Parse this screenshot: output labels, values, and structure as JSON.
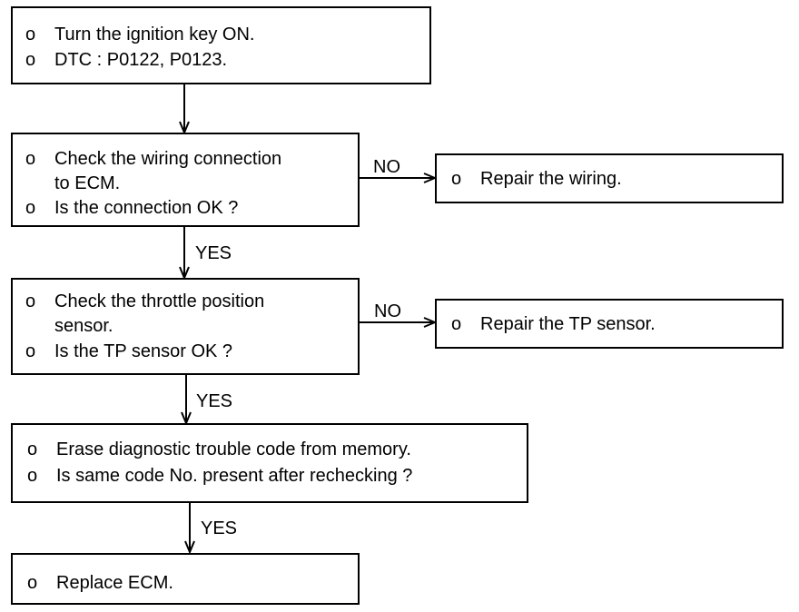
{
  "bullet": "o",
  "steps": {
    "start": {
      "lines": [
        "Turn the ignition key ON.",
        "DTC : P0122, P0123."
      ]
    },
    "wiring_check": {
      "lines": [
        "Check the wiring connection",
        "to ECM.",
        "Is the connection OK ?"
      ]
    },
    "wiring_repair": {
      "lines": [
        "Repair the wiring."
      ]
    },
    "tp_check": {
      "lines": [
        "Check the throttle position",
        "sensor.",
        "Is the TP sensor OK ?"
      ]
    },
    "tp_repair": {
      "lines": [
        "Repair the TP sensor."
      ]
    },
    "erase_check": {
      "lines": [
        "Erase diagnostic trouble code from memory.",
        "Is same code No. present after rechecking ?"
      ]
    },
    "replace": {
      "lines": [
        "Replace ECM."
      ]
    }
  },
  "labels": {
    "no_1": "NO",
    "yes_1": "YES",
    "no_2": "NO",
    "yes_2": "YES",
    "yes_3": "YES"
  }
}
